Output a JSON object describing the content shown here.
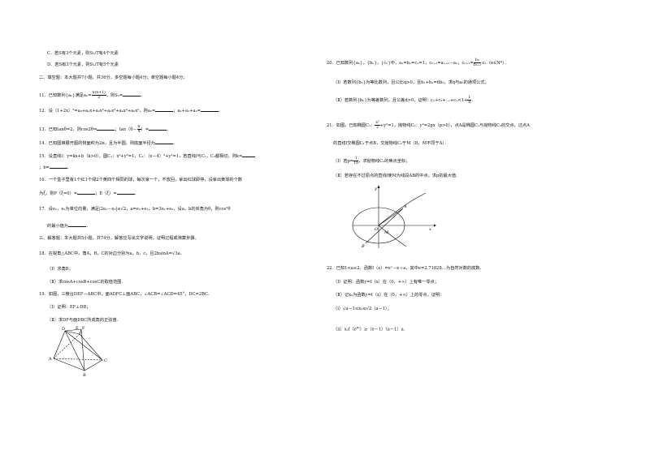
{
  "left": {
    "l1": "C．若S有3个元素，则S∪T有4个元素",
    "l2": "D．若S有3个元素，则S∪T有5个元素",
    "l3": "二、填空题：本大题共7小题，共36分，多空题每小题4分；单空题每小题4分。",
    "l4a": "11．已知数列{aₙ}满足aₙ=",
    "l4num": "n(n+1)",
    "l4den": "2",
    "l4b": "，则S₃=",
    "l4c": "．",
    "l5a": "12．设（1+2x）⁵=a₀+a₁x+a₂x²+a₃x³+a₄x⁴+a₅x⁵，则a₅=",
    "l5b": "；a₁+a₂+a₃=",
    "l5c": "．",
    "l6a": "13．已知tanθ=2，则cos2θ=",
    "l6b": "；tan（θ－",
    "l6num": "π",
    "l6den": "4",
    "l6c": "）=",
    "l6d": "．",
    "l7a": "14．已知圆锥展开图的侧面积为2π，且为半圆，则底面半径为",
    "l7b": "．",
    "l8a": "15．设直线l：y=kx+b（k>0），圆C₁：x²+y²=1，C₂：（x－4）²+y²=1，若直线l与C₁，C₂都相切，则k=",
    "l8b": "；b=",
    "l8c": "．",
    "l9": "16．一个盒子里有1个红1个绿2个黄四个相同的球，每次拿一个，不放回，拿出红球即停，设拿出黄球的个数",
    "l10a": "为ξ，则P（ξ=0）=",
    "l10b": "；E（ξ）=",
    "l10c": "．",
    "l11a": "17．设",
    "l11b": "e₁，",
    "l11c": "e₂为单位向量，满足|2",
    "l11d": "e₁－",
    "l11e": "e₂|≤√2，",
    "l11f": "a=",
    "l11g": "e₁+",
    "l11h": "e₂，",
    "l11i": "b=3",
    "l11j": "e₁+",
    "l11k": "e₂，设",
    "l11l": "a，",
    "l11m": "b的夹角为θ，则cos²θ",
    "l12a": "的最小值为",
    "l12b": "．",
    "l13": "三、解答题：本大题共5小题，共74分，解答应写出文字说明，证明过程或演算步骤。",
    "l14a": "18．在锐角△ABC中，角A，B，C的对边分别为a，b，c，且2bsinA=",
    "l14r": "√3",
    "l14b": "a.",
    "l15": "（Ⅰ）求角B；",
    "l16": "（Ⅱ）求cosA+cosB+cosC的取值范围.",
    "l17": "19．如图，三棱台DEF－ABC中，面ADFC⊥面ABC，∠ACB=∠ACD=45°，DC=2BC.",
    "l18": "（Ⅰ）证明：EF⊥DB；",
    "l19": "（Ⅱ）求DF与面DBC所成角的正弦值."
  },
  "fig19": {
    "D": "D",
    "E": "E",
    "F": "F",
    "A": "A",
    "C": "C",
    "B": "B"
  },
  "right": {
    "r1a": "20．已知数列{aₙ}，{bₙ}，{cₙ}中，a₁=b₁=c₁=1，cₙ₊₁=aₙ₊₁－aₙ，cₙ₊₁=",
    "r1num": "bₙ",
    "r1den": "bₙ₊₂",
    "r1b": "·cₙ（n∈N*）．",
    "r2": "（Ⅰ）若数列{bₙ}为等比数列，且公比q>0，且b₁+b₂=6b₃，求q与aₙ的通项公式；",
    "r3a": "（Ⅱ）若数列{bₙ}为等差数列，且公差d>0，证明：c₁+c₂+…+cₙ<1+",
    "r3num": "1",
    "r3den": "d",
    "r3b": "．",
    "r4a": "21．如图，已知椭圆C₁：",
    "r4num": "x²",
    "r4den": "2",
    "r4b": "+y²=1，抛物线C₂：y²=2px（p>0），点A是椭圆C₁与抛物线C₂的交点，过点A",
    "r5": "的直线l交椭圆C₁于点B，交抛物线C₂于M（B，M不同于A）．",
    "r6a": "（Ⅰ）若p=",
    "r6num": "1",
    "r6den": "16",
    "r6b": "，求抛物线C₂的焦点坐标；",
    "r7": "（Ⅱ）若存在不过原点的直线l使M为线段AB的中点，求p的最大值.",
    "r8": "22．已知1<a≤2，函数f（x）=eˣ－x－a，其中e=2.71828…为自然对数的底数．",
    "r9": "（Ⅰ）证明：函数y=f（x）在（0，+∞）上有唯一零点；",
    "r10": "（Ⅱ）记x₀为函数y=f（x）在（0，+∞）上的零点，证明：",
    "r11a": "（ⅰ）",
    "r11b": "√a－1",
    "r11c": "≤x₀≤",
    "r11d": "√2（a－1）",
    "r11e": "；",
    "r12a": "（ⅱ）x₀f（e",
    "r12b": "x₀",
    "r12c": "）≥（e－1）（a－1）a."
  },
  "fig21": {
    "y": "y",
    "x": "x",
    "A": "A",
    "O": "O",
    "M": "M",
    "B": "B"
  }
}
